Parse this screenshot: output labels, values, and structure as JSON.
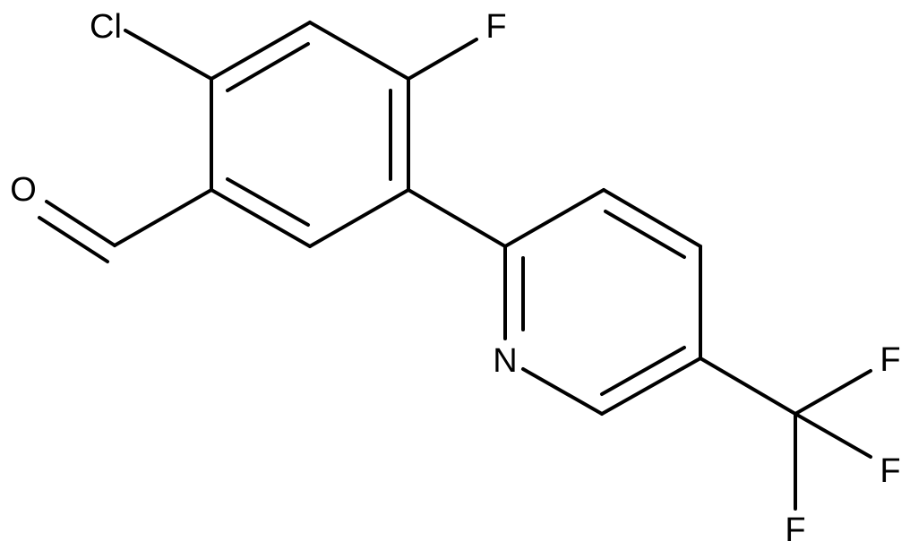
{
  "molecule": {
    "atoms": {
      "cl": "Cl",
      "f_ring": "F",
      "o": "O",
      "n": "N",
      "cf3_f1": "F",
      "cf3_f2": "F",
      "cf3_f3": "F"
    }
  },
  "colors": {
    "background": "#ffffff",
    "bond": "#000000",
    "text": "#000000"
  }
}
